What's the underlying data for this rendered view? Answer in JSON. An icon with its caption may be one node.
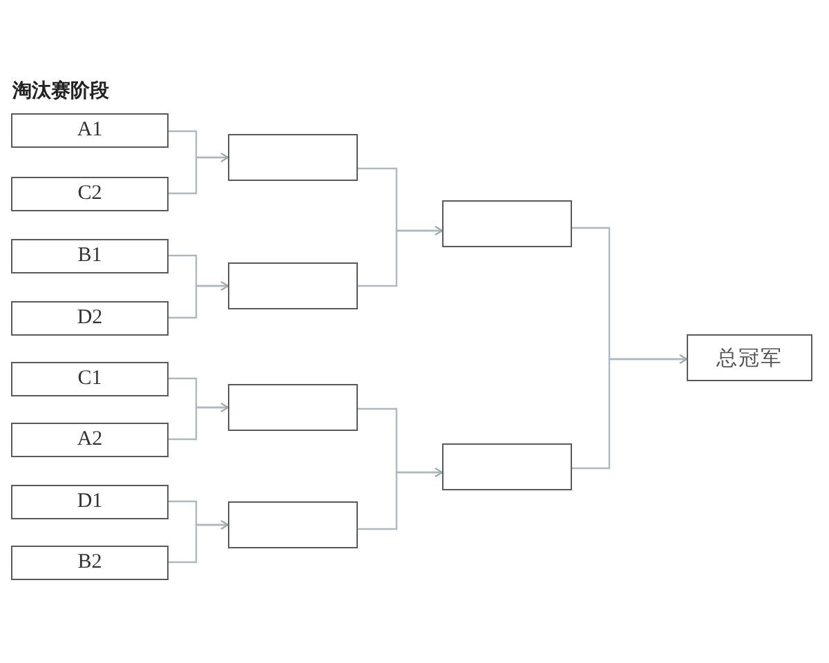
{
  "diagram": {
    "title": "淘汰赛阶段",
    "nodes": [
      {
        "text": [
          "A1"
        ]
      },
      {
        "text": [
          "C2"
        ]
      },
      {
        "text": [
          "B1"
        ]
      },
      {
        "text": [
          "D2"
        ]
      },
      {
        "text": [
          "C1"
        ]
      },
      {
        "text": [
          "A2"
        ]
      },
      {
        "text": [
          "D1"
        ]
      },
      {
        "text": [
          "B2"
        ]
      },
      {
        "text": [],
        "shape": "box"
      },
      {
        "text": [],
        "shape": "box"
      },
      {
        "text": [],
        "shape": "box"
      },
      {
        "text": [],
        "shape": "box"
      },
      {
        "text": [],
        "shape": "box"
      },
      {
        "text": [],
        "shape": "box"
      },
      {
        "text": [
          "总冠军"
        ]
      }
    ],
    "edges": [
      {
        "from": 0,
        "to": 8,
        "arrow": "to"
      },
      {
        "from": 1,
        "to": 8,
        "arrow": "to"
      },
      {
        "from": 2,
        "to": 9,
        "arrow": "to"
      },
      {
        "from": 3,
        "to": 9,
        "arrow": "to"
      },
      {
        "from": 4,
        "to": 10,
        "arrow": "to"
      },
      {
        "from": 5,
        "to": 10,
        "arrow": "to"
      },
      {
        "from": 6,
        "to": 11,
        "arrow": "to"
      },
      {
        "from": 7,
        "to": 11,
        "arrow": "to"
      },
      {
        "from": 8,
        "to": 12,
        "arrow": "to"
      },
      {
        "from": 9,
        "to": 12,
        "arrow": "to"
      },
      {
        "from": 10,
        "to": 13,
        "arrow": "to"
      },
      {
        "from": 11,
        "to": 13,
        "arrow": "to"
      },
      {
        "from": 12,
        "to": 14,
        "arrow": "to"
      },
      {
        "from": 13,
        "to": 14,
        "arrow": "to"
      }
    ]
  }
}
